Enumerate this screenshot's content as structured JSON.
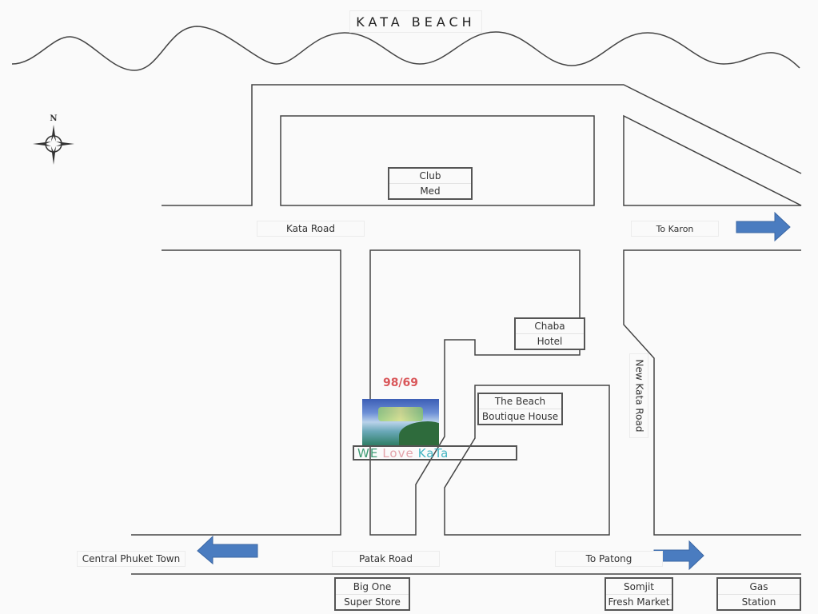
{
  "map": {
    "title": "KATA BEACH",
    "compass": {
      "north_label": "N",
      "icon": "compass-rose-icon"
    },
    "road_labels": {
      "kata_road": "Kata Road",
      "to_karon": "To Karon",
      "new_kata_road": "New Kata Road",
      "patak_road": "Patak Road",
      "to_patong": "To Patong",
      "central_phuket_town": "Central Phuket Town"
    },
    "direction_arrows": [
      {
        "name": "to-karon-arrow",
        "direction": "right"
      },
      {
        "name": "to-patong-arrow",
        "direction": "right"
      },
      {
        "name": "central-phuket-town-arrow",
        "direction": "left"
      }
    ],
    "arrow_color": "#4a7cc0",
    "landmarks": {
      "club_med": {
        "line1": "Club",
        "line2": "Med"
      },
      "chaba_hotel": {
        "line1": "Chaba",
        "line2": "Hotel"
      },
      "beach_boutique": {
        "line1": "The Beach",
        "line2": "Boutique House"
      },
      "big_one": {
        "line1": "Big One",
        "line2": "Super Store"
      },
      "somjit": {
        "line1": "Somjit",
        "line2": "Fresh Market"
      },
      "gas_station": {
        "line1": "Gas",
        "line2": "Station"
      }
    },
    "destination": {
      "address": "98/69",
      "address_color": "#d9575a",
      "sign_word1": "WE",
      "sign_word2": "Love",
      "sign_word3": "KaTa",
      "photo_icon": "shop-photo-icon"
    }
  }
}
